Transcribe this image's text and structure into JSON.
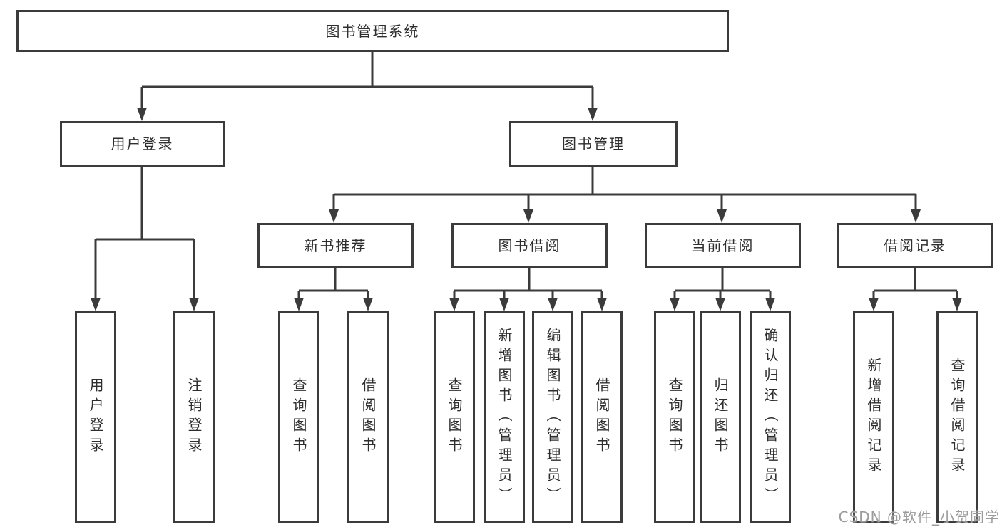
{
  "diagram": {
    "root": {
      "label": "图书管理系统",
      "children": [
        {
          "label": "用户登录",
          "children": [
            {
              "label": "用户登录"
            },
            {
              "label": "注销登录"
            }
          ]
        },
        {
          "label": "图书管理",
          "children": [
            {
              "label": "新书推荐",
              "children": [
                {
                  "label": "查询图书"
                },
                {
                  "label": "借阅图书"
                }
              ]
            },
            {
              "label": "图书借阅",
              "children": [
                {
                  "label": "查询图书"
                },
                {
                  "label": "新增图书（管理员）"
                },
                {
                  "label": "编辑图书（管理员）"
                },
                {
                  "label": "借阅图书"
                }
              ]
            },
            {
              "label": "当前借阅",
              "children": [
                {
                  "label": "查询图书"
                },
                {
                  "label": "归还图书"
                },
                {
                  "label": "确认归还（管理员）"
                }
              ]
            },
            {
              "label": "借阅记录",
              "children": [
                {
                  "label": "新增借阅记录"
                },
                {
                  "label": "查询借阅记录"
                }
              ]
            }
          ]
        }
      ]
    }
  },
  "watermark": {
    "text": "CSDN @软件_小贺同学"
  },
  "colors": {
    "line": "#3b3b3b",
    "box_border": "#3b3b3b",
    "box_fill": "#ffffff",
    "text": "#2e2e2e",
    "watermark": "#9b9b9b",
    "background": "#ffffff"
  }
}
